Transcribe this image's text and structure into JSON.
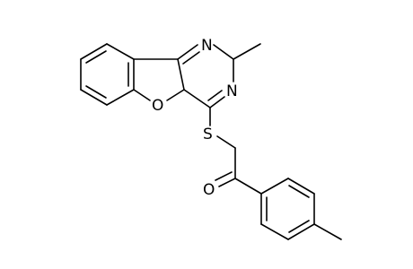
{
  "molecule": {
    "atom_labels": {
      "n_upper": "N",
      "n_lower": "N",
      "o_furan": "O",
      "s_thioether": "S",
      "o_carbonyl": "O"
    },
    "bond_color": "#000000",
    "background": "#ffffff"
  }
}
